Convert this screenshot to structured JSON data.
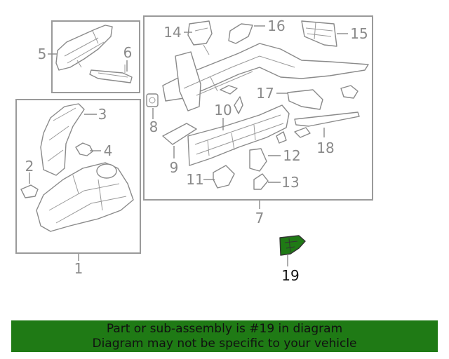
{
  "callouts": {
    "c1": "1",
    "c2": "2",
    "c3": "3",
    "c4": "4",
    "c5": "5",
    "c6": "6",
    "c7": "7",
    "c8": "8",
    "c9": "9",
    "c10": "10",
    "c11": "11",
    "c12": "12",
    "c13": "13",
    "c14": "14",
    "c15": "15",
    "c16": "16",
    "c17": "17",
    "c18": "18",
    "c19": "19"
  },
  "highlight_part": "19",
  "colors": {
    "line": "#8a8a8a",
    "highlight_fill": "#1f7a15",
    "banner_bg": "#1f7a15",
    "text_highlight": "#111111"
  },
  "banner": {
    "line1": "Part or sub-assembly is #19 in diagram",
    "line2": "Diagram may not be specific to your vehicle"
  }
}
